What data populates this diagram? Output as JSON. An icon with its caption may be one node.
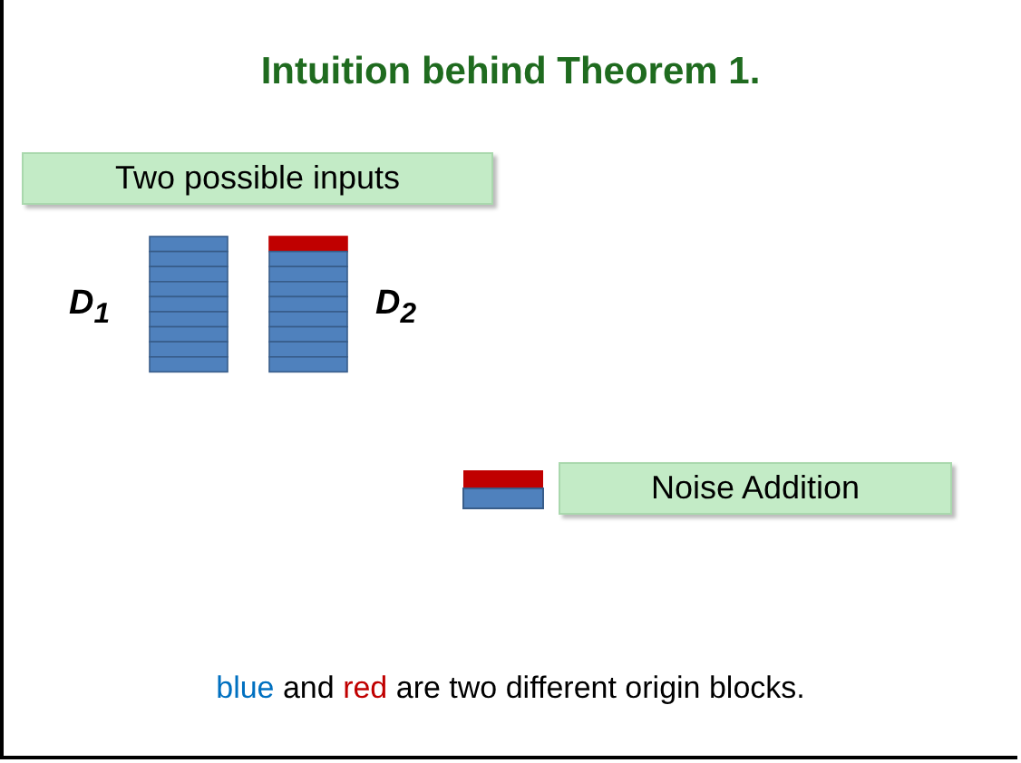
{
  "diagram": {
    "title": "Intuition behind Theorem 1.",
    "nodes": [
      {
        "text": [
          "Two possible inputs"
        ]
      },
      {
        "text": [
          "Noise Addition"
        ]
      }
    ],
    "labels": [
      "D$_{1}$",
      "D$_{2}$",
      "blue and red are two different origin blocks."
    ]
  }
}
